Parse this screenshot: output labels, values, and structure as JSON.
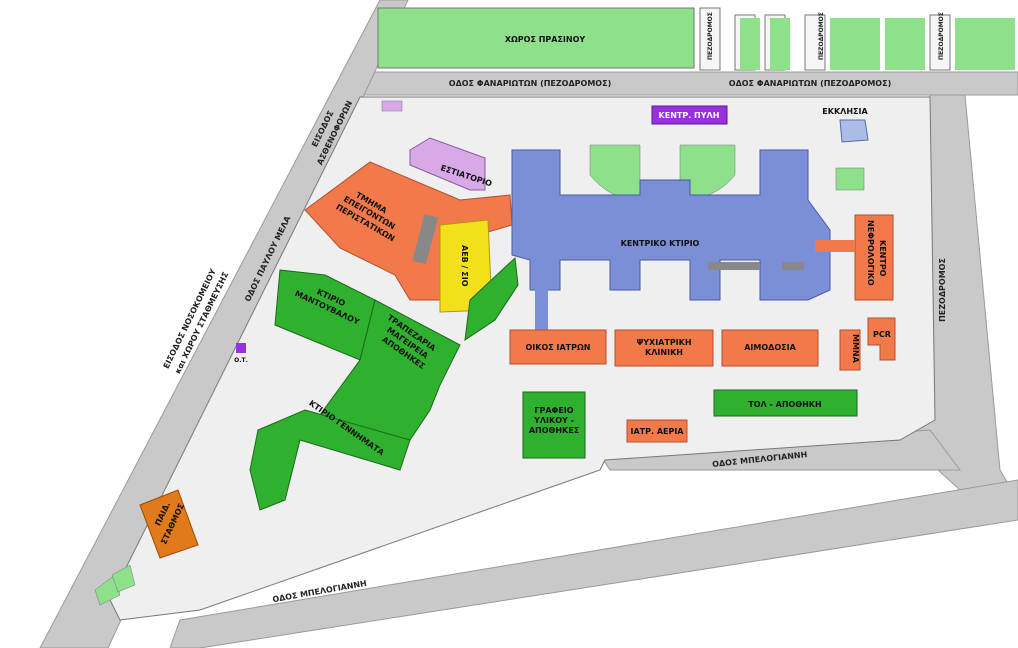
{
  "colors": {
    "road": "#c9c9c9",
    "paper": "#efefef",
    "green_area": "#8ee08a",
    "orange": "#f2794a",
    "building_green": "#2fb12f",
    "blue": "#7b8fd6",
    "yellow": "#f2e01a",
    "violet": "#d9a8e6",
    "purple": "#9a2fe0",
    "lightblue": "#a9bde6",
    "brown_orange": "#e07a1a",
    "light_green": "#8ee08a"
  },
  "roads": {
    "fanarioton_left": "ΟΔΟΣ ΦΑΝΑΡΙΩΤΩΝ (ΠΕΖΟΔΡΟΜΟΣ)",
    "fanarioton_right": "ΟΔΟΣ ΦΑΝΑΡΙΩΤΩΝ (ΠΕΖΟΔΡΟΜΟΣ)",
    "pezodromos_right": "ΠΕΖΟΔΡΟΜΟΣ",
    "pezodromos_top1": "ΠΕΖΟΔΡΟΜΟΣ",
    "pezodromos_top2": "ΠΕΖΟΔΡΟΜΟΣ",
    "pezodromos_top3": "ΠΕΖΟΔΡΟΜΟΣ",
    "pavlou_mela": "ΟΔΟΣ ΠΑΥΛΟΥ ΜΕΛΑ",
    "mpelogianni_bottom": "ΟΔΟΣ ΜΠΕΛΟΓΙΑΝΝΗ",
    "mpelogianni_mid": "ΟΔΟΣ ΜΠΕΛΟΓΙΑΝΝΗ",
    "entrance_hospital_1": "ΕΙΣΟΔΟΣ ΝΟΣΟΚΟΜΕΙΟΥ",
    "entrance_hospital_2": "και ΧΩΡΟΥ ΣΤΑΘΜΕΥΣΗΣ",
    "entrance_patients_1": "ΕΙΣΟΔΟΣ",
    "entrance_patients_2": "ΑΣΘΕΝΟΦΟΡΩΝ"
  },
  "buildings": {
    "xoros_prasinou": "ΧΩΡΟΣ ΠΡΑΣΙΝΟΥ",
    "kentr_pyli": "ΚΕΝΤΡ. ΠΥΛΗ",
    "ekklisia": "ΕΚΚΛΗΣΙΑ",
    "estiatorio": "ΕΣΤΙΑΤΟΡΙΟ",
    "tmima_1": "ΤΜΗΜΑ",
    "tmima_2": "ΕΠΕΙΓΟΝΤΩΝ",
    "tmima_3": "ΠΕΡΙΣΤΑΤΙΚΩΝ",
    "aev": "ΑΕΒ / ΣΙΟ",
    "kentriko": "ΚΕΝΤΡΙΚΟ ΚΤΙΡΙΟ",
    "nefrologiko_1": "ΝΕΦΡΟΛΟΓΙΚΟ",
    "nefrologiko_2": "ΚΕΝΤΡΟ",
    "pcr": "PCR",
    "mmna": "ΜΜΝΑ",
    "mantouvalou_1": "ΚΤΙΡΙΟ",
    "mantouvalou_2": "ΜΑΝΤΟΥΒΑΛΟΥ",
    "trapezaria_1": "ΤΡΑΠΕΖΑΡΙΑ",
    "trapezaria_2": "ΜΑΓΕΙΡΕΙΑ",
    "trapezaria_3": "ΑΠΟΘΗΚΕΣ",
    "oikos_iatron": "ΟΙΚΟΣ ΙΑΤΡΩΝ",
    "psyxiatriki_1": "ΨΥΧΙΑΤΡΙΚΗ",
    "psyxiatriki_2": "ΚΛΙΝΙΚΗ",
    "aimodosia": "ΑΙΜΟΔΟΣΙΑ",
    "grafeio_1": "ΓΡΑΦΕΙΟ",
    "grafeio_2": "ΥΛΙΚΟΥ -",
    "grafeio_3": "ΑΠΟΘΗΚΕΣ",
    "iatr_aeria": "ΙΑΤΡ. ΑΕΡΙΑ",
    "tol_apothiki": "ΤΟΛ - ΑΠΟΘΗΚΗ",
    "gennimata": "ΚΤΙΡΙΟ ΓΕΝΝΗΜΑΤΑ",
    "paid_1": "ΠΑΙΔ.",
    "paid_2": "ΣΤΑΘΜΟΣ",
    "ot": "Ο.Τ."
  }
}
